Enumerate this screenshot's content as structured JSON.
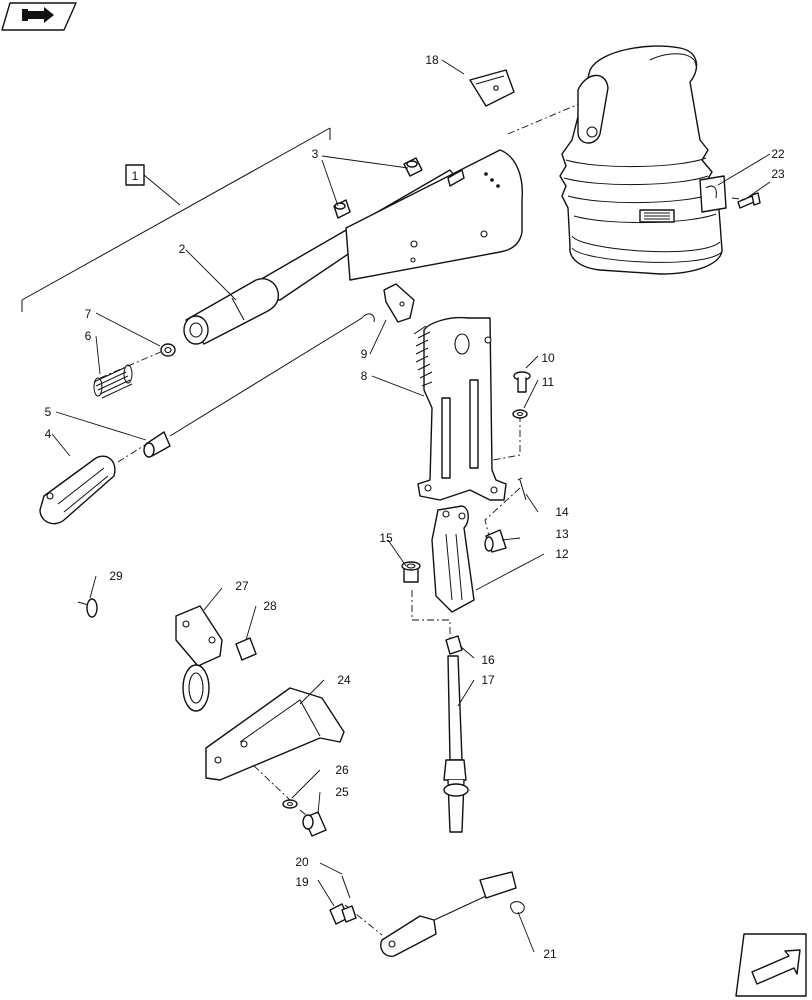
{
  "labels": {
    "l1": "1",
    "l2": "2",
    "l3": "3",
    "l4": "4",
    "l5": "5",
    "l6": "6",
    "l7": "7",
    "l8": "8",
    "l9": "9",
    "l10": "10",
    "l11": "11",
    "l12": "12",
    "l13": "13",
    "l14": "14",
    "l15": "15",
    "l16": "16",
    "l17": "17",
    "l18": "18",
    "l19": "19",
    "l20": "20",
    "l21": "21",
    "l22": "22",
    "l23": "23",
    "l24": "24",
    "l25": "25",
    "l26": "26",
    "l27": "27",
    "l28": "28",
    "l29": "29"
  },
  "icons": {
    "top_left": "book-arrow-icon",
    "bottom_right": "next-page-arrow-icon"
  }
}
